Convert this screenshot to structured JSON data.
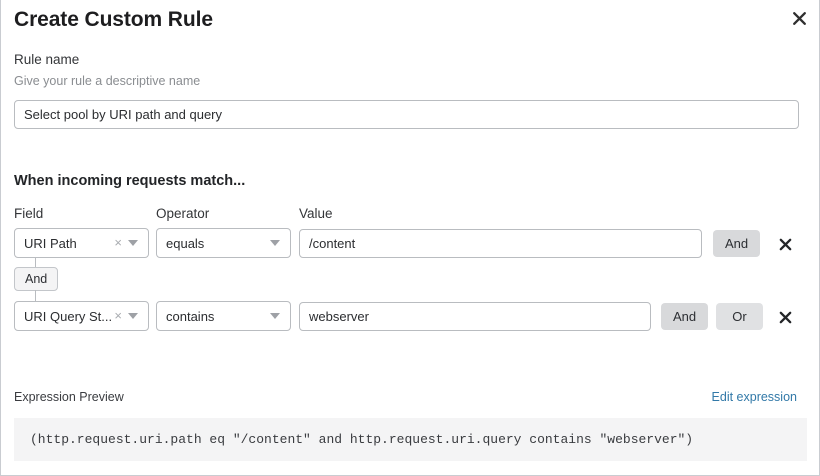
{
  "dialog": {
    "title": "Create Custom Rule",
    "close_icon": "close-icon"
  },
  "rule_name": {
    "label": "Rule name",
    "description": "Give your rule a descriptive name",
    "value": "Select pool by URI path and query",
    "placeholder": "Rule name"
  },
  "conditions": {
    "heading": "When incoming requests match...",
    "columns": {
      "field": "Field",
      "operator": "Operator",
      "value": "Value"
    },
    "connector": {
      "label": "And"
    },
    "rows": [
      {
        "field": "URI Path",
        "field_clear": "×",
        "operator": "equals",
        "value": "/content",
        "value_placeholder": "Enter a value",
        "logic_buttons": [
          {
            "label": "And",
            "active": true
          }
        ],
        "remove_label": "Remove condition"
      },
      {
        "field": "URI Query St...",
        "field_clear": "×",
        "operator": "contains",
        "value": "webserver",
        "value_placeholder": "Enter a value",
        "logic_buttons": [
          {
            "label": "And",
            "active": true
          },
          {
            "label": "Or",
            "active": false
          }
        ],
        "remove_label": "Remove condition"
      }
    ]
  },
  "expression_preview": {
    "label": "Expression Preview",
    "edit_link": "Edit expression",
    "code": "(http.request.uri.path eq \"/content\" and http.request.uri.query contains \"webserver\")"
  },
  "colors": {
    "link": "#3279a8",
    "border": "#b9bcc0",
    "button_bg": "#d8d9db",
    "code_bg": "#f4f4f5"
  }
}
